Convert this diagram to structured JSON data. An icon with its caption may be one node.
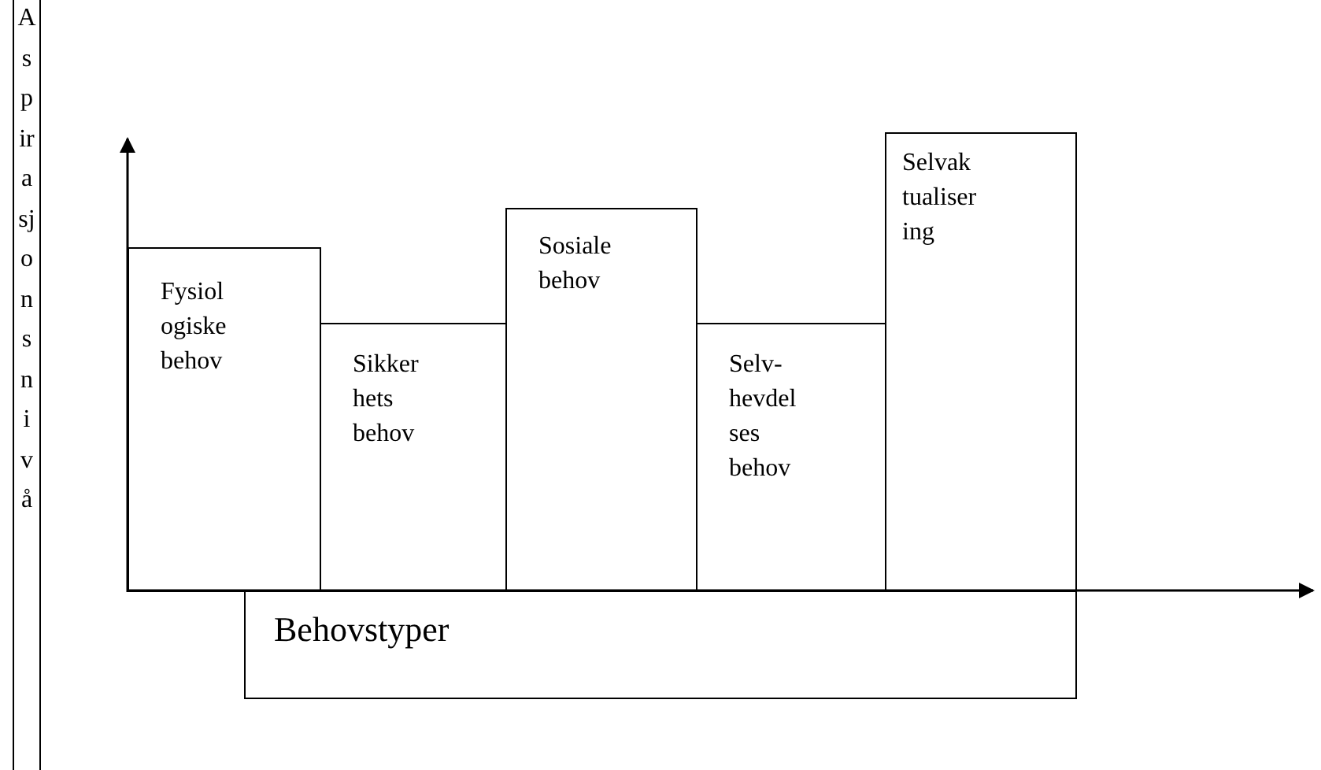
{
  "diagram": {
    "nodes": [
      {
        "text": [
          "Aspirasjonsnivå"
        ]
      },
      {
        "text": [
          "Fysiol ogiske behov"
        ]
      },
      {
        "text": [
          "Sikker hets behov"
        ]
      },
      {
        "text": [
          "Sosiale behov"
        ]
      },
      {
        "text": [
          "Selv- hevdel ses behov"
        ]
      },
      {
        "text": [
          "Selvak tualiser ing"
        ]
      },
      {
        "text": [
          "Behovstyper"
        ]
      }
    ],
    "edges": []
  }
}
